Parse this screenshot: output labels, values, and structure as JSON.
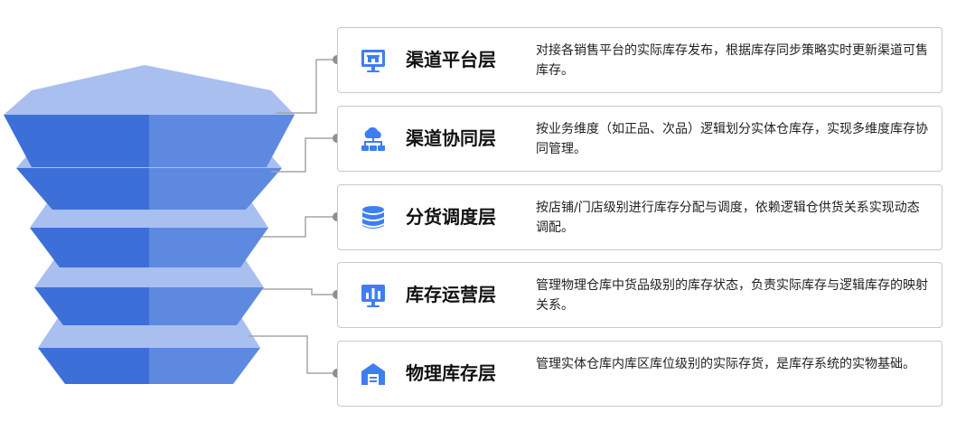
{
  "colors": {
    "top_face": "#a9bff0",
    "front_left": "#3d6fd8",
    "front_right": "#5e89e1",
    "icon_blue": "#3f7ef2",
    "connector": "#a6a6a6",
    "dot": "#8e8e8e"
  },
  "layers": [
    {
      "title": "渠道平台层",
      "icon": "monitor-store-icon",
      "desc": "对接各销售平台的实际库存发布，根据库存同步策略实时更新渠道可售库存。"
    },
    {
      "title": "渠道协同层",
      "icon": "cloud-network-icon",
      "desc": "按业务维度（如正品、次品）逻辑划分实体仓库存，实现多维度库存协同管理。"
    },
    {
      "title": "分货调度层",
      "icon": "database-icon",
      "desc": "按店铺/门店级别进行库存分配与调度，依赖逻辑仓供货关系实现动态调配。"
    },
    {
      "title": "库存运营层",
      "icon": "bar-chart-monitor-icon",
      "desc": "管理物理仓库中货品级别的库存状态，负责实际库存与逻辑库存的映射关系。"
    },
    {
      "title": "物理库存层",
      "icon": "warehouse-icon",
      "desc": "管理实体仓库内库区库位级别的实际存货，是库存系统的实物基础。"
    }
  ]
}
